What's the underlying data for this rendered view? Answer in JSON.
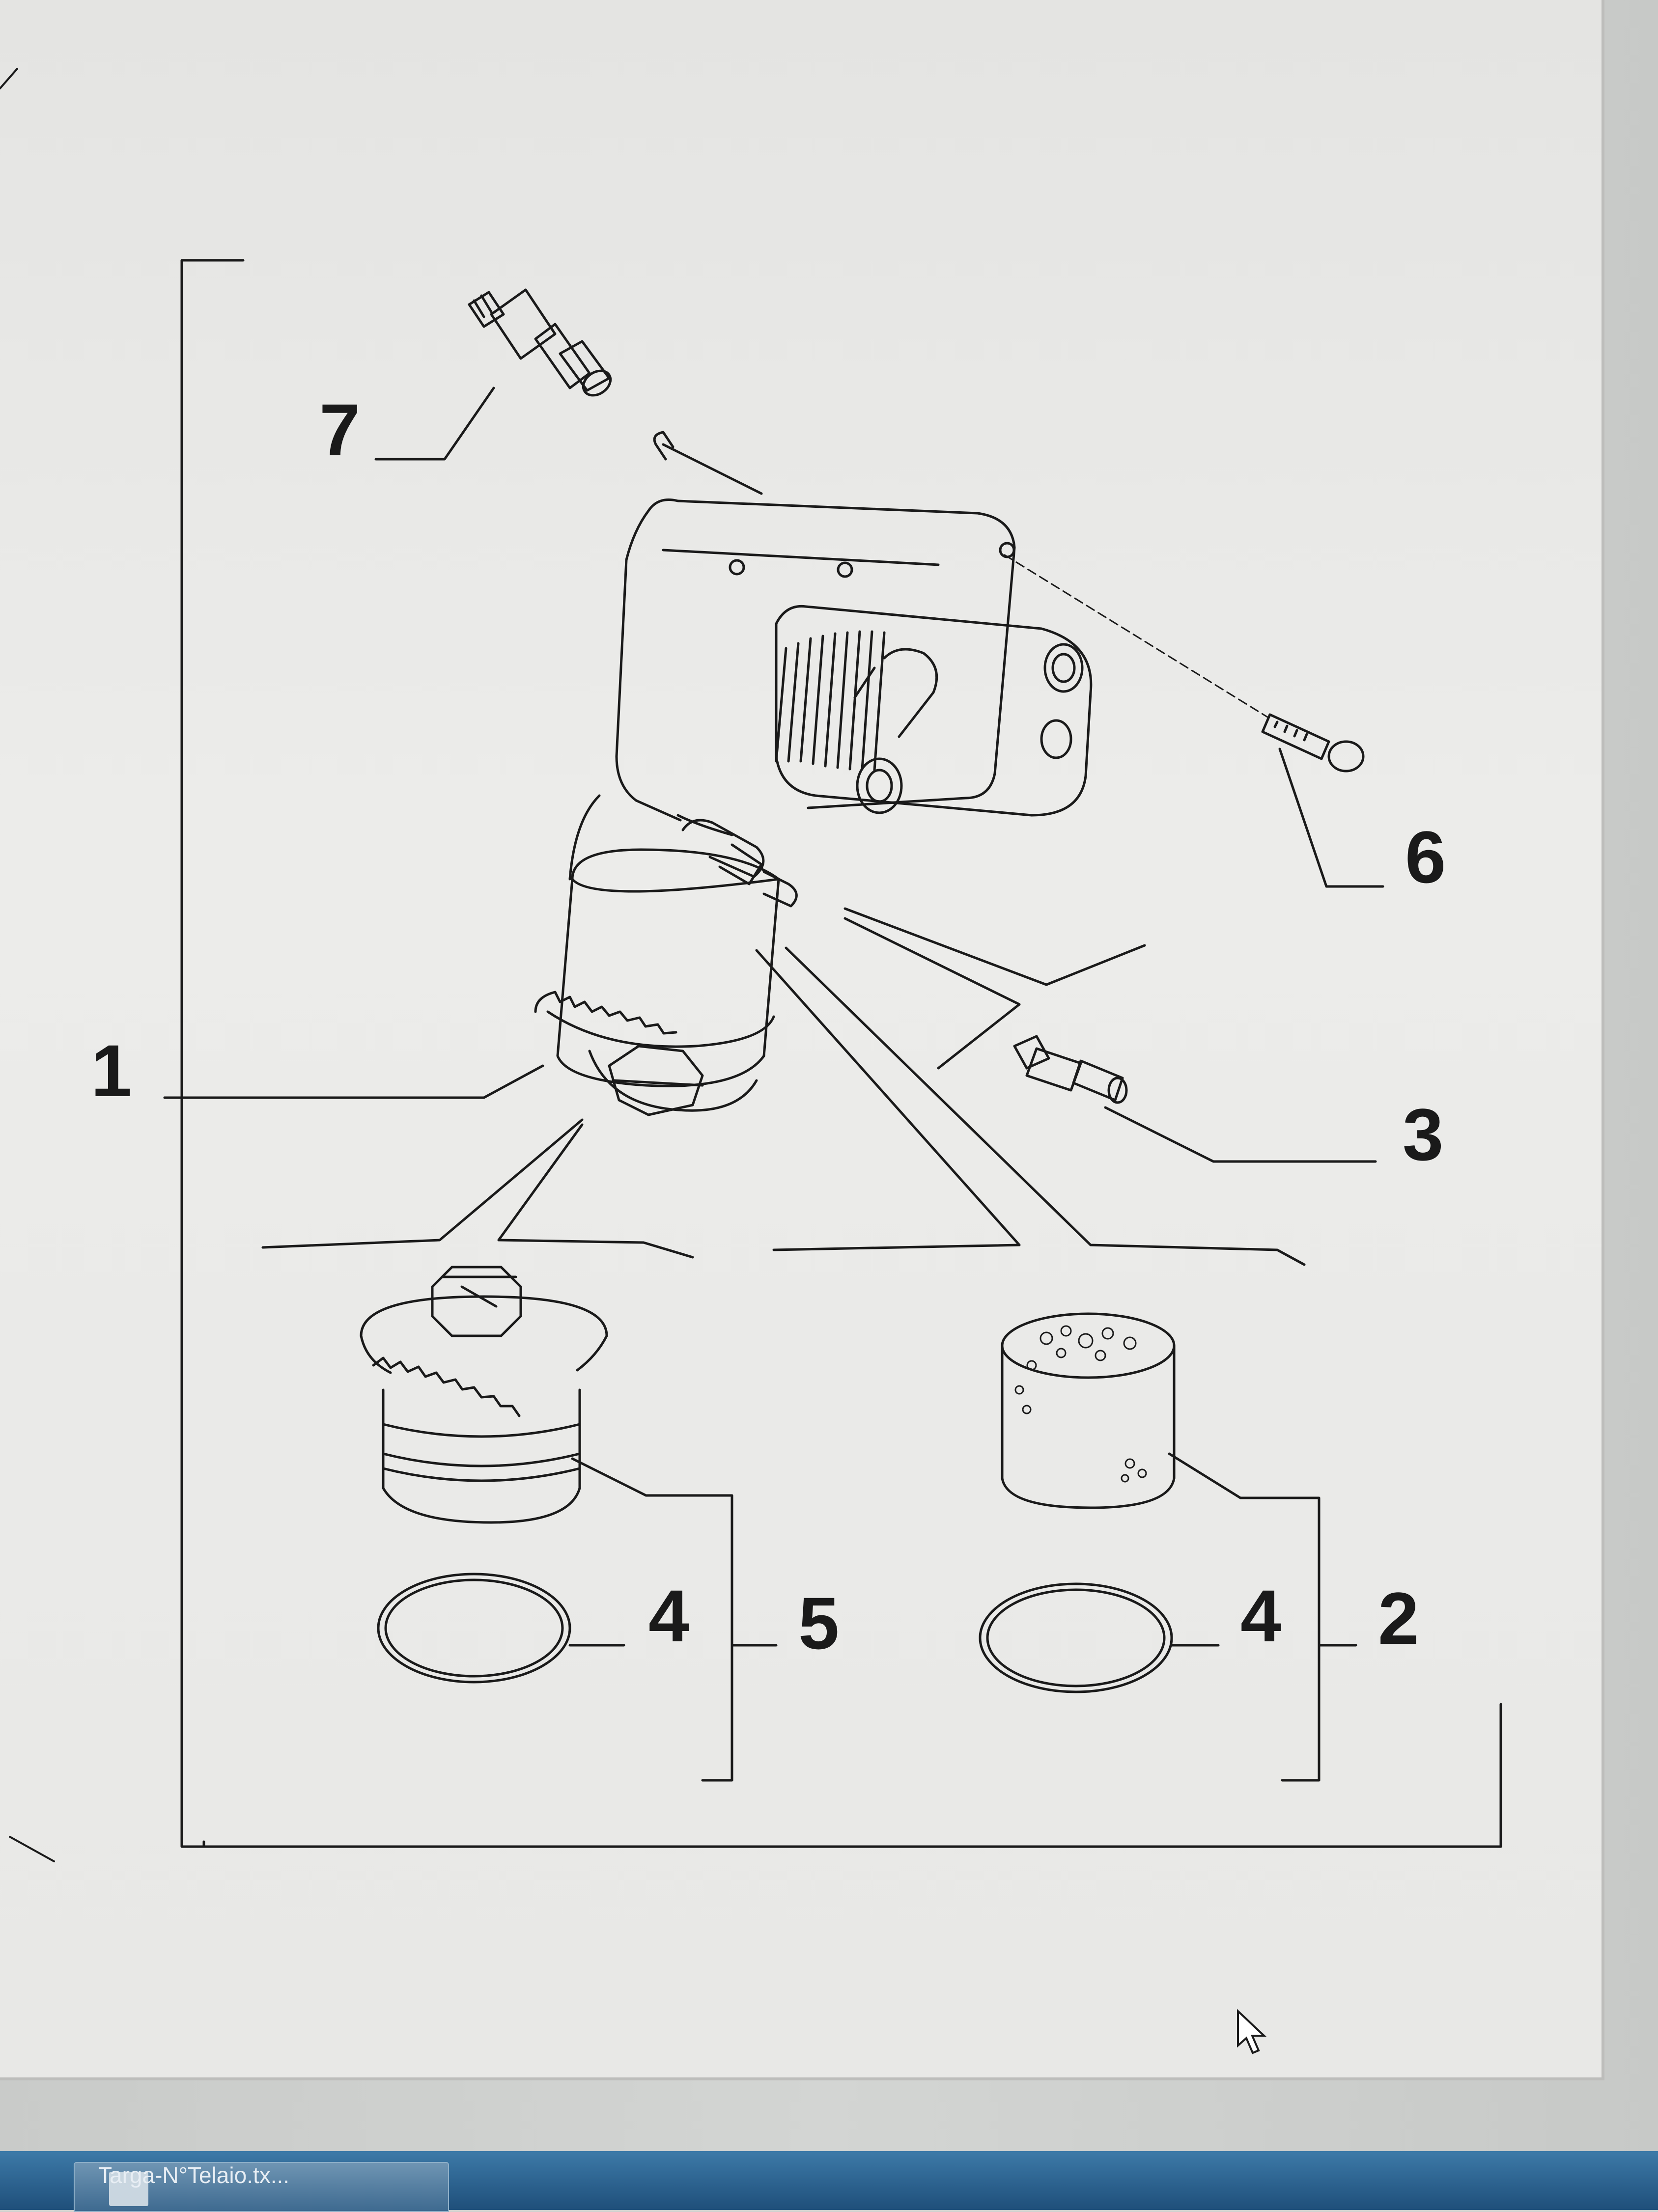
{
  "diagram": {
    "callouts": {
      "c1": "1",
      "c2": "2",
      "c3": "3",
      "c4a": "4",
      "c4b": "4",
      "c5": "5",
      "c6": "6",
      "c7": "7"
    }
  },
  "taskbar": {
    "item_label": "Targa-N°Telaio.tx..."
  },
  "icons": [
    "mouse-pointer-icon",
    "document-icon"
  ],
  "colors": {
    "line": "#1a1a1a",
    "paper": "#e9e9e7",
    "taskbar": "#2a5f8c"
  }
}
